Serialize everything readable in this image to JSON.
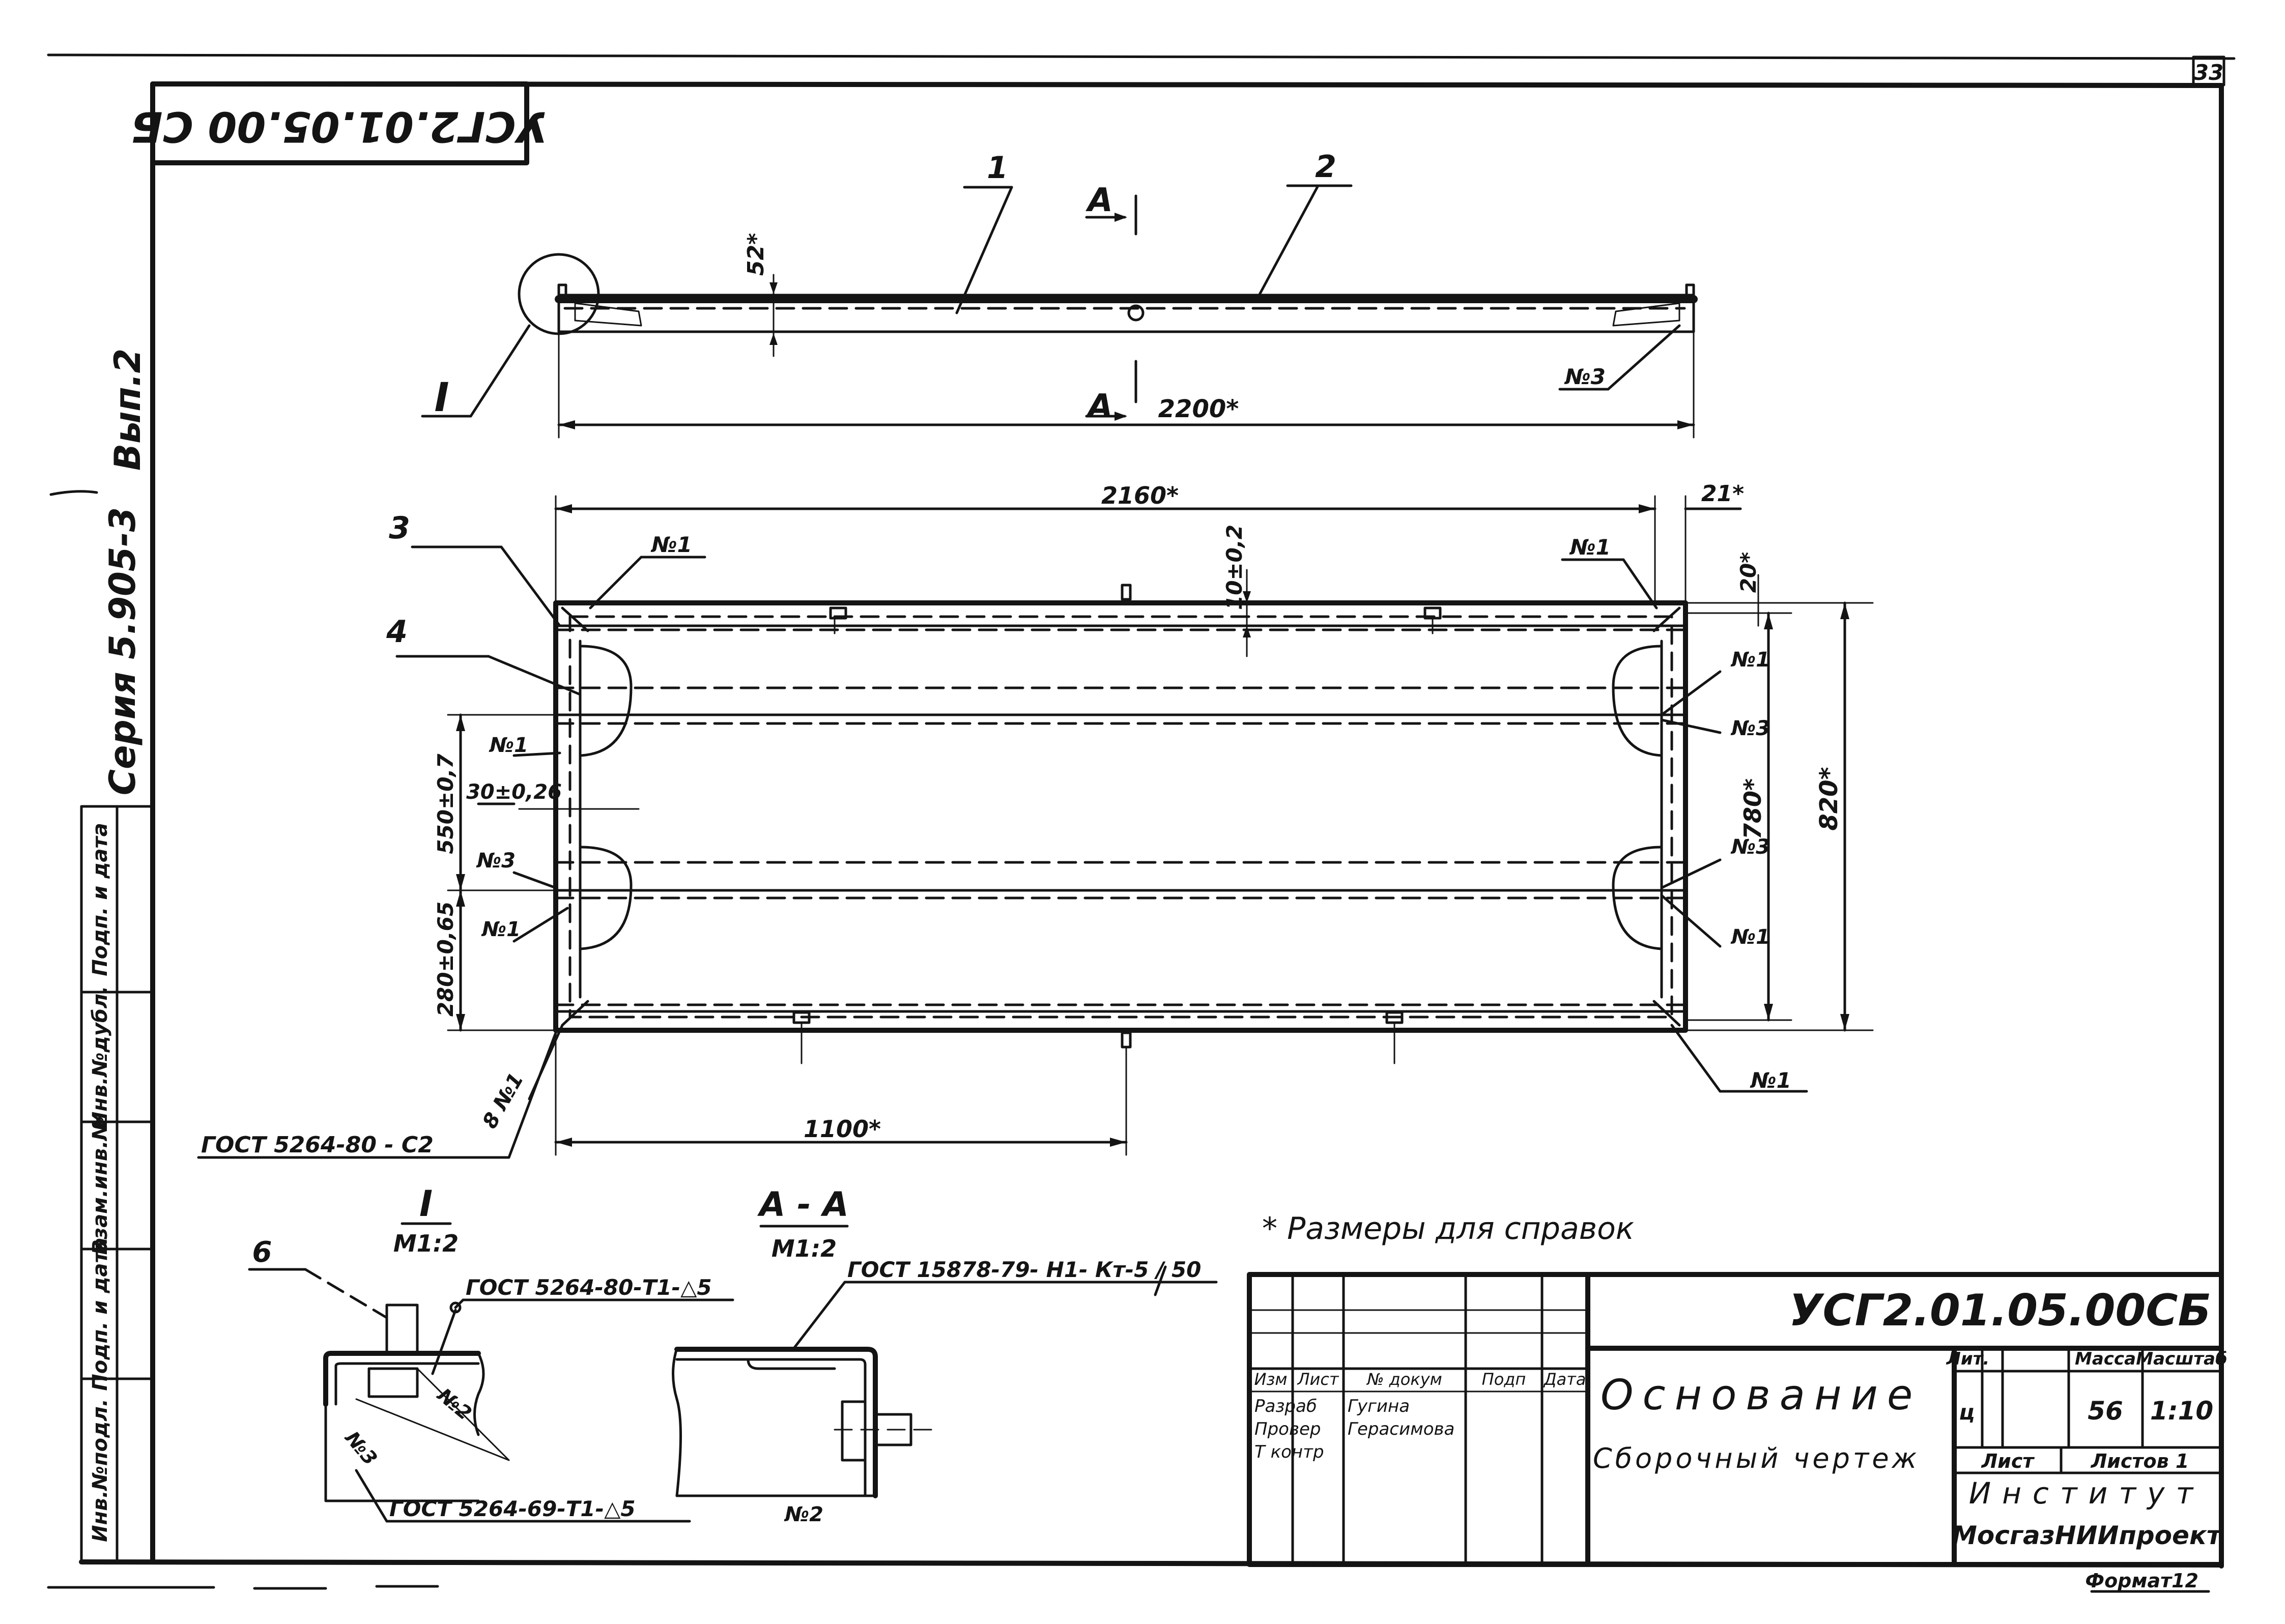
{
  "sheet_number": "33",
  "stamp_top": "УСГ2.01.05.00 СБ",
  "series": {
    "label": "Серия 5.905-3",
    "issue": "Вып.2"
  },
  "left_strip": [
    "Инв.№подл.",
    "Подп. и дата",
    "Взам.инв.№",
    "Инв.№дубл.",
    "Подп. и дата"
  ],
  "views": {
    "front": {
      "callouts": [
        "1",
        "2",
        "I"
      ],
      "section_mark": "А",
      "dims": [
        "52*",
        "2200*"
      ],
      "weld": "№3"
    },
    "plan": {
      "callouts": [
        "3",
        "4"
      ],
      "dims": [
        "2160*",
        "21*",
        "10±0,2",
        "20*",
        "820*",
        "780*",
        "550±0,7",
        "30±0,26",
        "280±0,65",
        "1100*"
      ],
      "welds_left": [
        "№1",
        "№1",
        "№3",
        "№1",
        "8 №1"
      ],
      "welds_right": [
        "№1",
        "№1",
        "№3",
        "№3",
        "№1",
        "№1"
      ],
      "standard": "ГОСТ 5264-80 - С2"
    },
    "detail_I": {
      "title": "I",
      "scale": "М1:2",
      "callout": "6",
      "weld_top": "ГОСТ 5264-80-Т1-△5",
      "weld_bottom": "ГОСТ 5264-69-Т1-△5",
      "marks": [
        "№2",
        "№3"
      ]
    },
    "section_AA": {
      "title": "А - А",
      "scale": "М1:2",
      "weld": "ГОСТ 15878-79- Н1- Кт-5 / 50",
      "mark": "№2"
    }
  },
  "note": "* Размеры для справок",
  "title_block": {
    "designation": "УСГ2.01.05.00СБ",
    "name": "Основание",
    "doc_type": "Сборочный чертеж",
    "headers": [
      "Изм",
      "Лист",
      "№ докум",
      "Подп",
      "Дата"
    ],
    "roles": [
      "Разраб",
      "Провер",
      "Т контр"
    ],
    "people": [
      "Гугина",
      "Герасимова"
    ],
    "lit_label": "Лит.",
    "mass_label": "Масса",
    "scale_label": "Масштаб",
    "lit": "ц",
    "mass": "56",
    "scale": "1:10",
    "sheet_label": "Лист",
    "sheets_label": "Листов 1",
    "org_line1": "Институт",
    "org_line2": "МосгазНИИпроект",
    "format": "Формат12"
  }
}
